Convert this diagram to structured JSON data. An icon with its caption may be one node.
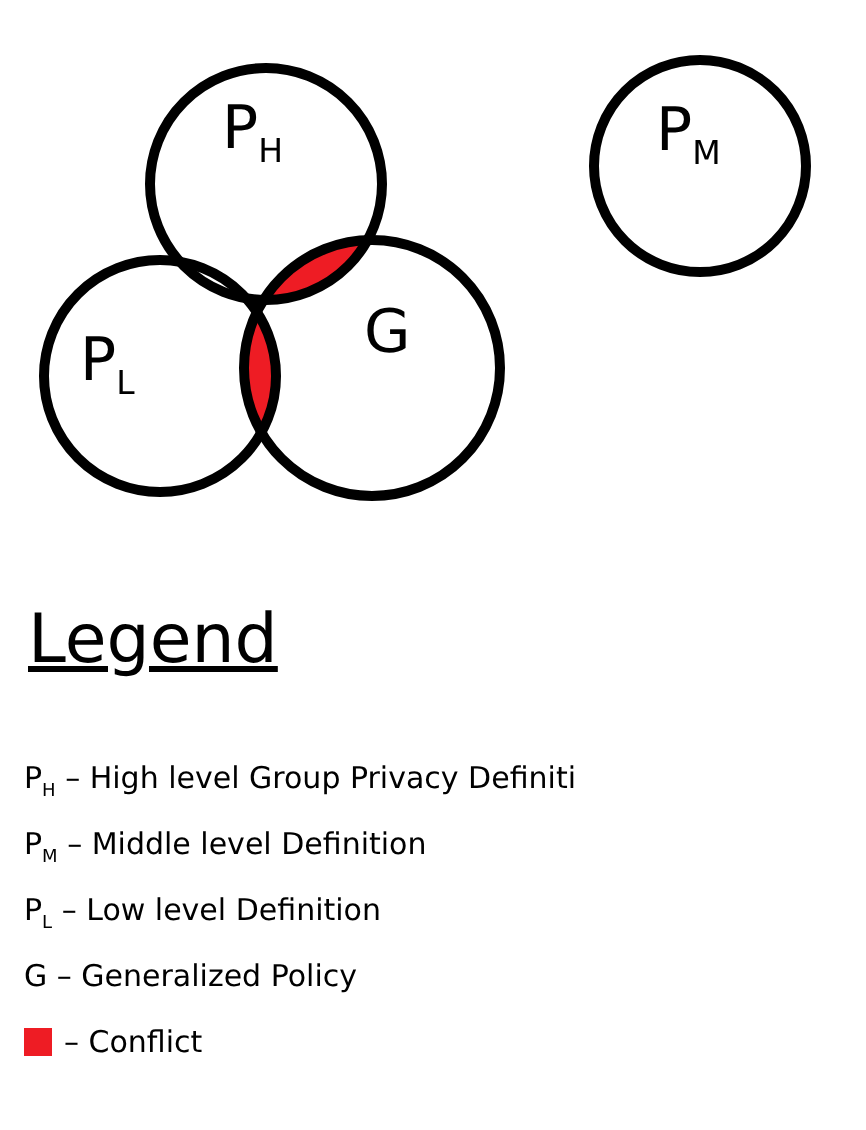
{
  "diagram": {
    "nodes": [
      {
        "text": [
          "P$_{H}$"
        ]
      },
      {
        "text": [
          "P$_{M}$"
        ]
      },
      {
        "text": [
          "P$_{L}$"
        ]
      },
      {
        "text": [
          "G"
        ]
      }
    ],
    "labels": [
      "Legend"
    ],
    "legend": [
      {
        "text": "P$_{H}$ – High level Group Privacy Definiti"
      },
      {
        "text": "P$_{M}$ – Middle level Definition"
      },
      {
        "text": "P$_{L}$ – Low level Definition"
      },
      {
        "text": "G – Generalized Policy"
      },
      {
        "text": "– Conflict",
        "color": "#ee1c24"
      }
    ]
  }
}
